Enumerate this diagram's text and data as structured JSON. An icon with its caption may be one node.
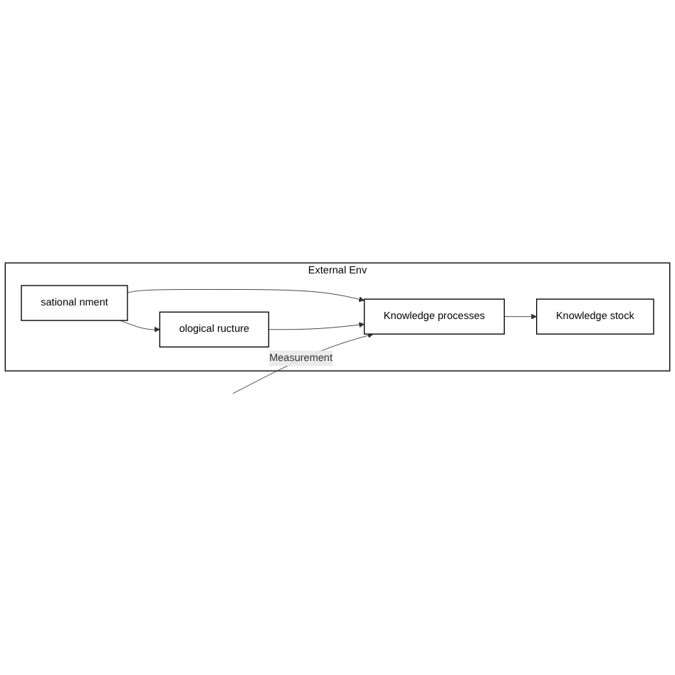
{
  "diagram": {
    "nodes": [
      {
        "text": [
          "External  Env"
        ]
      },
      {
        "text": [
          "sational nment"
        ],
        "in": 0
      },
      {
        "text": [
          "ological ructure"
        ],
        "in": 0
      },
      {
        "text": [
          "Knowledge processes"
        ],
        "in": 0
      },
      {
        "text": [
          "Knowledge stock"
        ],
        "in": 0
      }
    ],
    "edges": [
      {
        "from": 1,
        "to": 2,
        "arrow": "to"
      },
      {
        "from": 1,
        "to": 3,
        "arrow": "to"
      },
      {
        "from": 2,
        "to": 3,
        "arrow": "to"
      },
      {
        "from": 3,
        "to": 4,
        "arrow": "to"
      },
      {
        "from": null,
        "to": 3,
        "arrow": "to",
        "label": "Measurement"
      }
    ]
  }
}
